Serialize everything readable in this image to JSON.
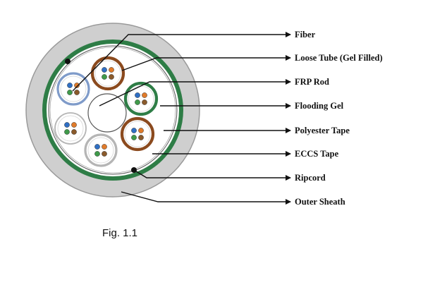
{
  "figure": {
    "caption": "Fig. 1.1",
    "labels": [
      "Fiber",
      "Loose Tube (Gel Filled)",
      "FRP Rod",
      "Flooding Gel",
      "Polyester Tape",
      "ECCS Tape",
      "Ripcord",
      "Outer Sheath"
    ]
  },
  "colors": {
    "outer_sheath": "#cfcfcf",
    "eccs_tape": "#2e7d46",
    "tube_brown": "#8b4a1e",
    "tube_green": "#2e7d46",
    "tube_blue": "#7f9bc9",
    "tube_gray": "#b5b5b5",
    "fiber_blue": "#2f6fc4",
    "fiber_orange": "#e07b2a",
    "fiber_green": "#3f9a4a",
    "fiber_brown": "#8a5a2b"
  }
}
